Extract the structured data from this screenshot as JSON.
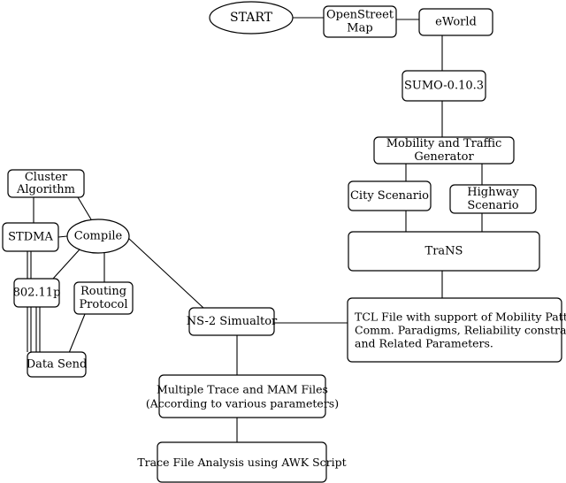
{
  "diagram": {
    "nodes": {
      "start": {
        "lines": [
          "START"
        ]
      },
      "openstreetmap": {
        "lines": [
          "OpenStreet",
          "Map"
        ]
      },
      "eworld": {
        "lines": [
          "eWorld"
        ]
      },
      "sumo": {
        "lines": [
          "SUMO-0.10.3"
        ]
      },
      "mobility": {
        "lines": [
          "Mobility and Traffic",
          "Generator"
        ]
      },
      "city": {
        "lines": [
          "City Scenario"
        ]
      },
      "highway": {
        "lines": [
          "Highway",
          "Scenario"
        ]
      },
      "trans": {
        "lines": [
          "TraNS"
        ]
      },
      "tcl": {
        "lines": [
          "TCL File with support of Mobility Patterns,",
          "Comm. Paradigms, Reliability constraints",
          "and Related Parameters."
        ]
      },
      "ns2": {
        "lines": [
          "NS-2 Simualtor"
        ]
      },
      "trace_files": {
        "lines": [
          "Multiple Trace and MAM Files",
          "(According to various parameters)"
        ]
      },
      "awk": {
        "lines": [
          "Trace File Analysis using AWK Script"
        ]
      },
      "cluster": {
        "lines": [
          "Cluster",
          "Algorithm"
        ]
      },
      "compile": {
        "lines": [
          "Compile"
        ]
      },
      "stdma": {
        "lines": [
          "STDMA"
        ]
      },
      "dot11p": {
        "lines": [
          "802.11p"
        ]
      },
      "routing": {
        "lines": [
          "Routing",
          "Protocol"
        ]
      },
      "datasend": {
        "lines": [
          "Data Send"
        ]
      }
    }
  }
}
